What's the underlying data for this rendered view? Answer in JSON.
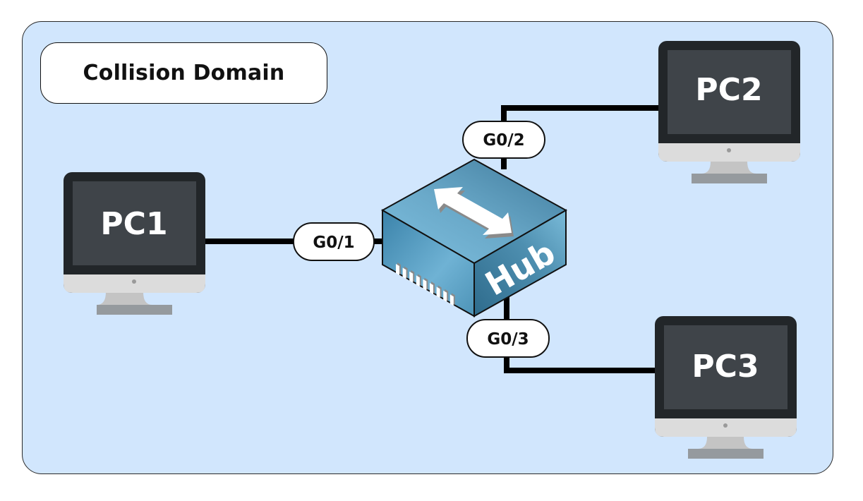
{
  "title": "Collision Domain",
  "colors": {
    "domain_background": "#d1e6fd",
    "cable": "#000000",
    "monitor_bezel": "#222629",
    "monitor_screen": "#3f4449",
    "monitor_chin": "#dcdcdc",
    "monitor_stand": "#c4c4c4",
    "monitor_base": "#959a9e",
    "hub_top": "#5e9ab8",
    "hub_side": "#3f82a6"
  },
  "devices": {
    "hub": {
      "label": "Hub",
      "icon": "bidirectional-arrow-icon"
    },
    "pcs": [
      {
        "label": "PC1",
        "icon": "monitor-icon"
      },
      {
        "label": "PC2",
        "icon": "monitor-icon"
      },
      {
        "label": "PC3",
        "icon": "monitor-icon"
      }
    ]
  },
  "links": [
    {
      "from": "PC1",
      "to": "Hub",
      "port": "G0/1"
    },
    {
      "from": "Hub",
      "to": "PC2",
      "port": "G0/2"
    },
    {
      "from": "Hub",
      "to": "PC3",
      "port": "G0/3"
    }
  ]
}
